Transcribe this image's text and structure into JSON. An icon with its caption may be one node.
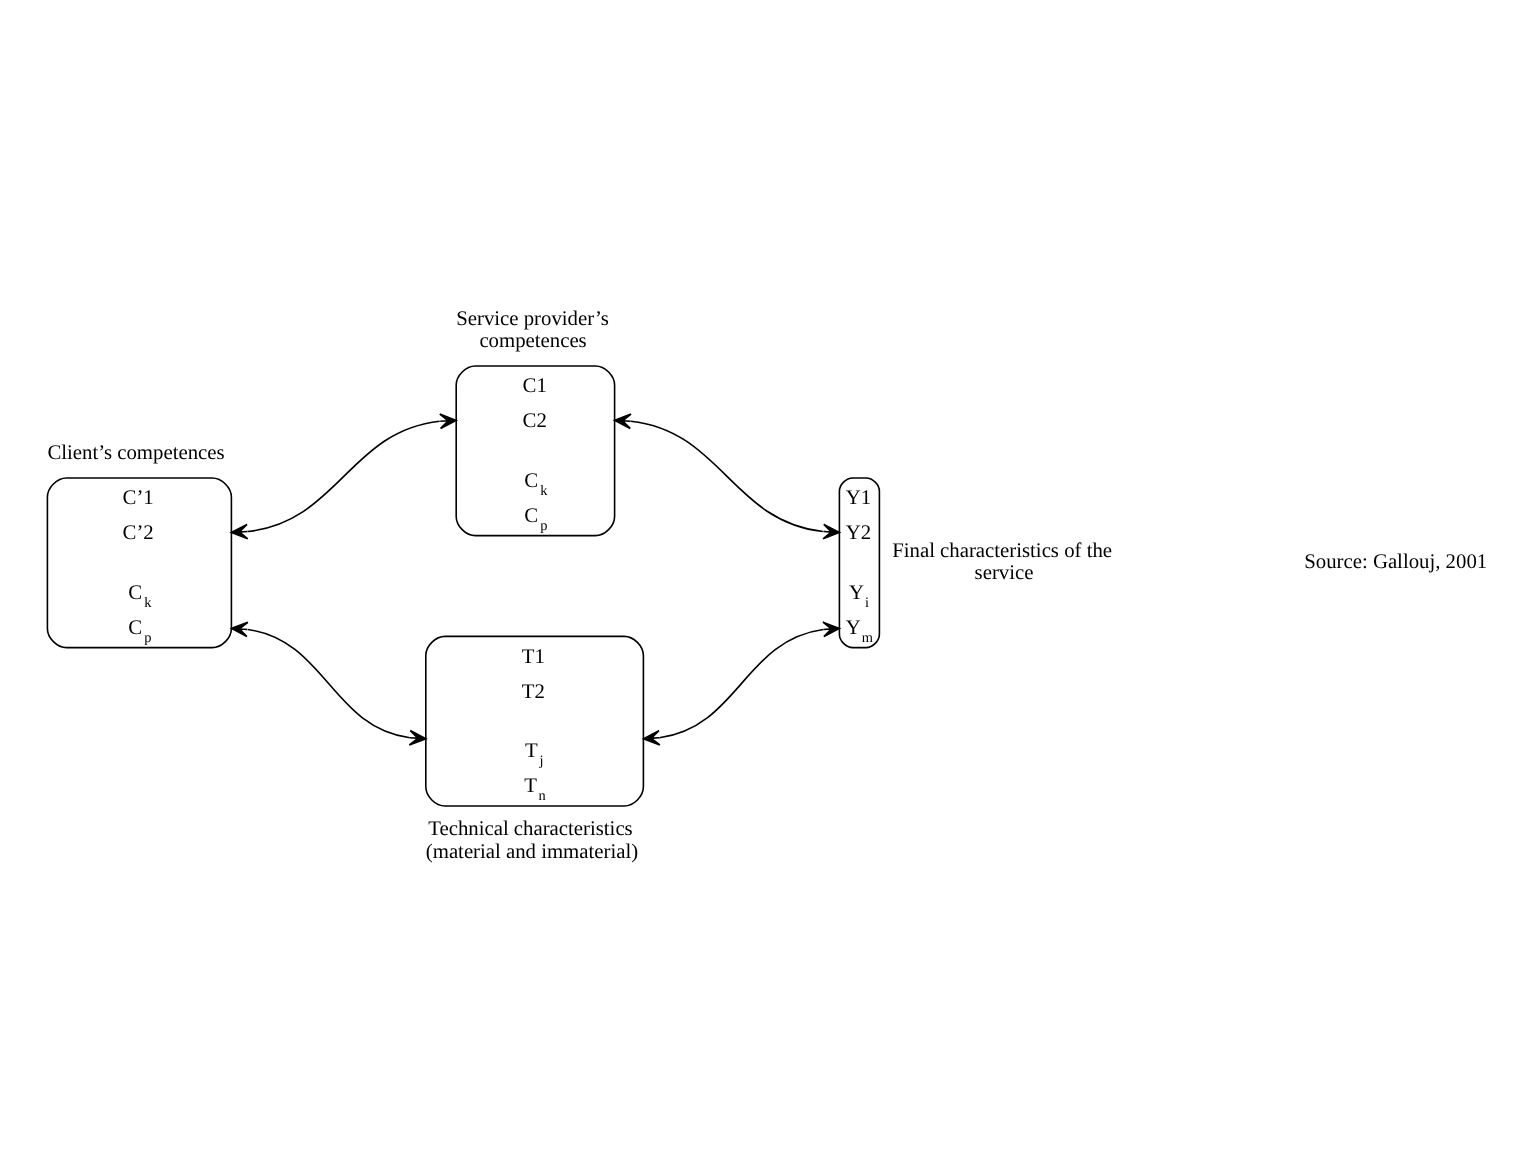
{
  "diagram": {
    "nodes": [
      {
        "text": [
          "Client’s competences",
          "C’1",
          "C’2",
          "C$_{k}$",
          "C$_{p}$"
        ]
      },
      {
        "text": [
          "Service provider’s competences",
          "C1",
          "C2",
          "C$_{k}$",
          "C$_{p}$"
        ]
      },
      {
        "text": [
          "T1",
          "T2",
          "T$_{j}$",
          "T$_{n}$",
          "Technical characteristics (material and immaterial)"
        ]
      },
      {
        "text": [
          "Final characteristics of the service",
          "Y1",
          "Y2",
          "Y$_{i}$",
          "Y$_{m}$"
        ]
      }
    ],
    "edges": [
      {
        "from": 0,
        "to": 1,
        "arrow": "both"
      },
      {
        "from": 0,
        "to": 2,
        "arrow": "both"
      },
      {
        "from": 1,
        "to": 3,
        "arrow": "both"
      },
      {
        "from": 2,
        "to": 3,
        "arrow": "both"
      }
    ],
    "labels": [
      "Source: Gallouj, 2001"
    ]
  }
}
